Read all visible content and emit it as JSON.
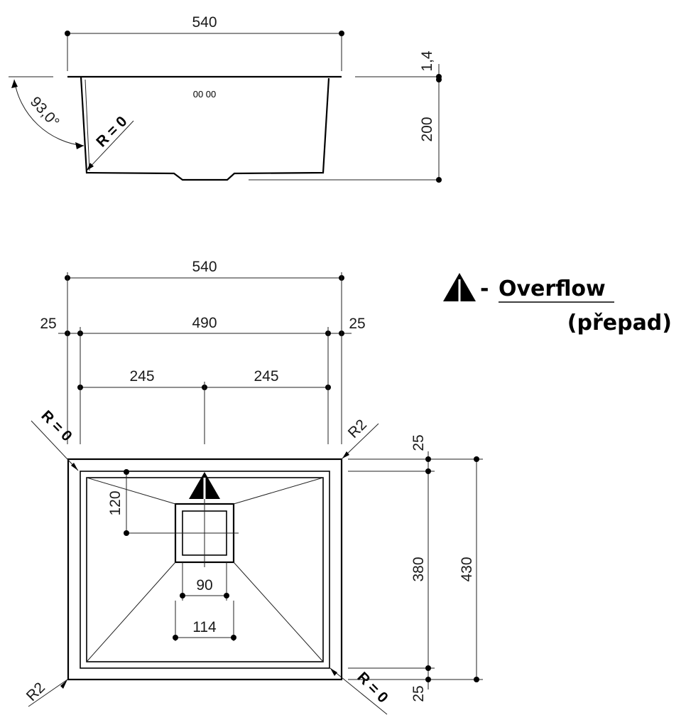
{
  "side_view": {
    "width_label": "540",
    "thickness_label": "1,4",
    "depth_label": "200",
    "angle_label": "93,0°",
    "radius_label": "R = 0",
    "overflow_mark": "00 00"
  },
  "top_view": {
    "overall_width_label": "540",
    "inner_width_label": "490",
    "left_rim_label": "25",
    "right_rim_label": "25",
    "half_left_label": "245",
    "half_right_label": "245",
    "corner_tl_label": "R = 0",
    "corner_tr_label": "R2",
    "corner_bl_label": "R2",
    "corner_br_label": "R = 0",
    "top_rim_label": "25",
    "bottom_rim_label": "25",
    "inner_height_label": "380",
    "overall_height_label": "430",
    "drain_offset_label": "120",
    "drain_inner_label": "90",
    "drain_outer_label": "114"
  },
  "legend": {
    "separator": "-",
    "label": "Overflow",
    "sublabel": "(přepad)"
  }
}
